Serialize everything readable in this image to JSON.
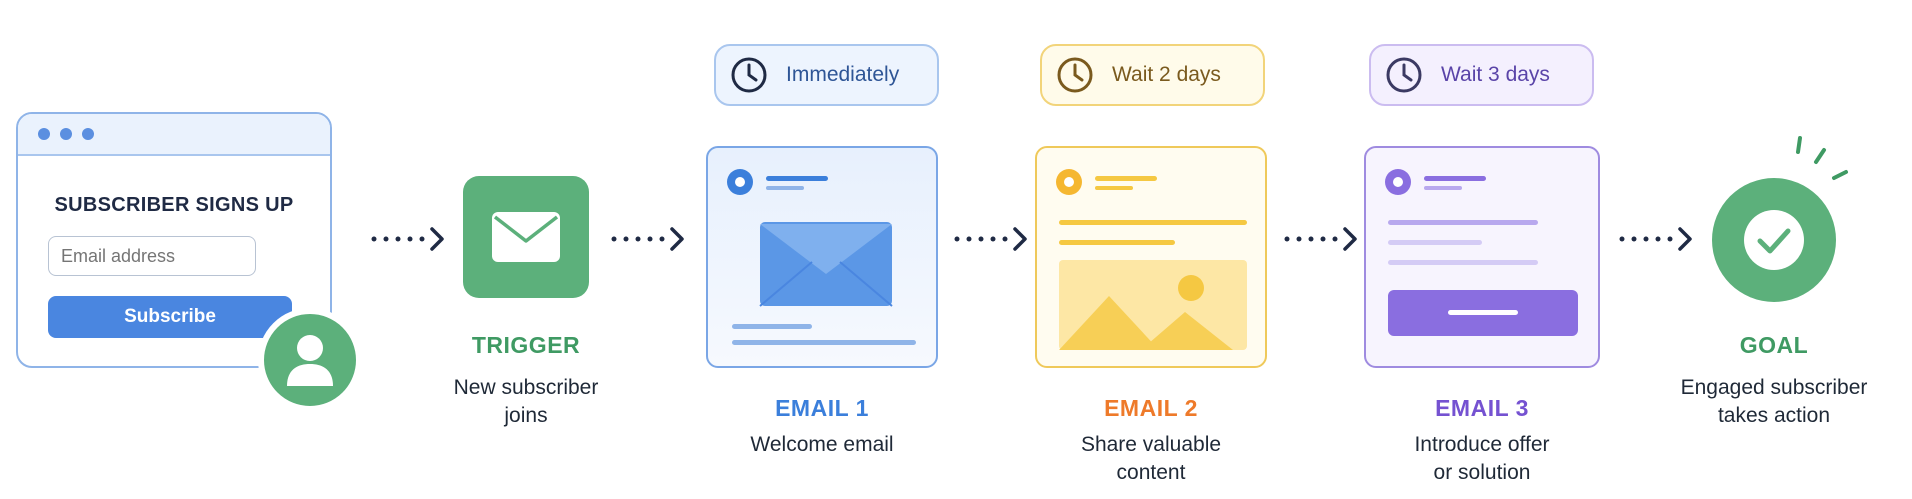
{
  "signup": {
    "title": "SUBSCRIBER SIGNS UP",
    "email_placeholder": "Email address",
    "button_label": "Subscribe"
  },
  "steps": [
    {
      "title": "TRIGGER",
      "line1": "New subscriber",
      "line2": "joins",
      "color": "#3f9a63"
    },
    {
      "title": "EMAIL 1",
      "line1": "Welcome email",
      "line2": "",
      "color": "#3b7fdb",
      "timing": "Immediately"
    },
    {
      "title": "EMAIL 2",
      "line1": "Share valuable",
      "line2": "content",
      "color": "#ee7a2a",
      "timing": "Wait 2 days"
    },
    {
      "title": "EMAIL 3",
      "line1": "Introduce offer",
      "line2": "or solution",
      "color": "#7552d1",
      "timing": "Wait 3 days"
    },
    {
      "title": "GOAL",
      "line1": "Engaged subscriber",
      "line2": "takes action",
      "color": "#3f9a63"
    }
  ],
  "colors": {
    "green": "#5cb07b",
    "blue": "#4a86e0",
    "yellow": "#f5c842",
    "purple": "#8a6ee0",
    "connector": "#1f2a44"
  }
}
